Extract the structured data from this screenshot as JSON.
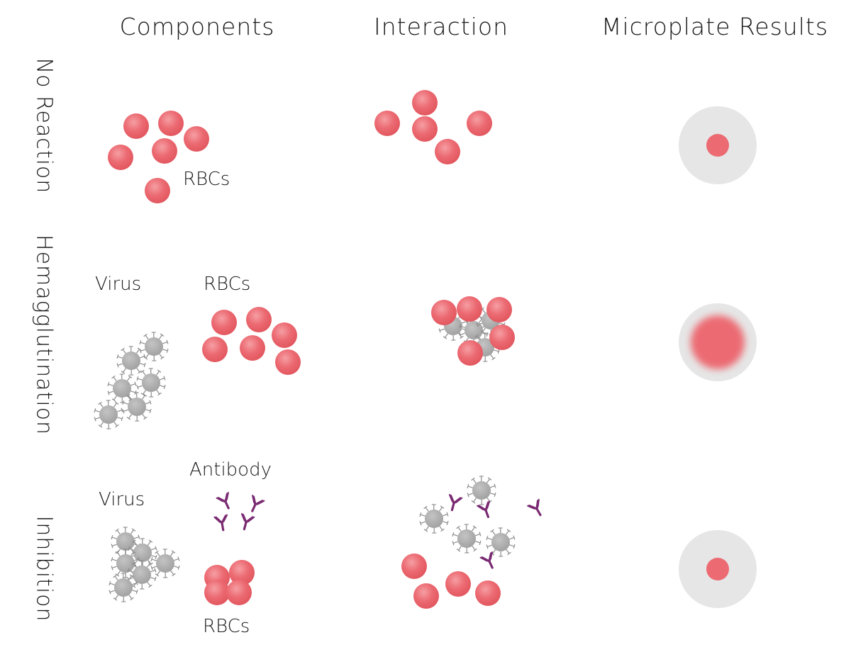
{
  "columns": [
    "Components",
    "Interaction",
    "Microplate Results"
  ],
  "rows": [
    {
      "title": "No Reaction",
      "component_labels": {
        "rbcs": "RBCs"
      }
    },
    {
      "title": "Hemagglutination",
      "component_labels": {
        "virus": "Virus",
        "rbcs": "RBCs"
      }
    },
    {
      "title": "Inhibition",
      "component_labels": {
        "virus": "Virus",
        "antibody": "Antibody",
        "rbcs": "RBCs"
      }
    }
  ],
  "icons": {
    "rbc": "red-blood-cell-icon",
    "virus": "virus-particle-icon",
    "antibody": "antibody-icon",
    "well": "microplate-well-icon"
  },
  "colors": {
    "rbc": "#ec6a72",
    "rbc_highlight": "#f7a9ad",
    "virus": "#a9a9a9",
    "virus_spike": "#8c8c8c",
    "antibody": "#7a2a72",
    "well": "#e6e6e6"
  }
}
